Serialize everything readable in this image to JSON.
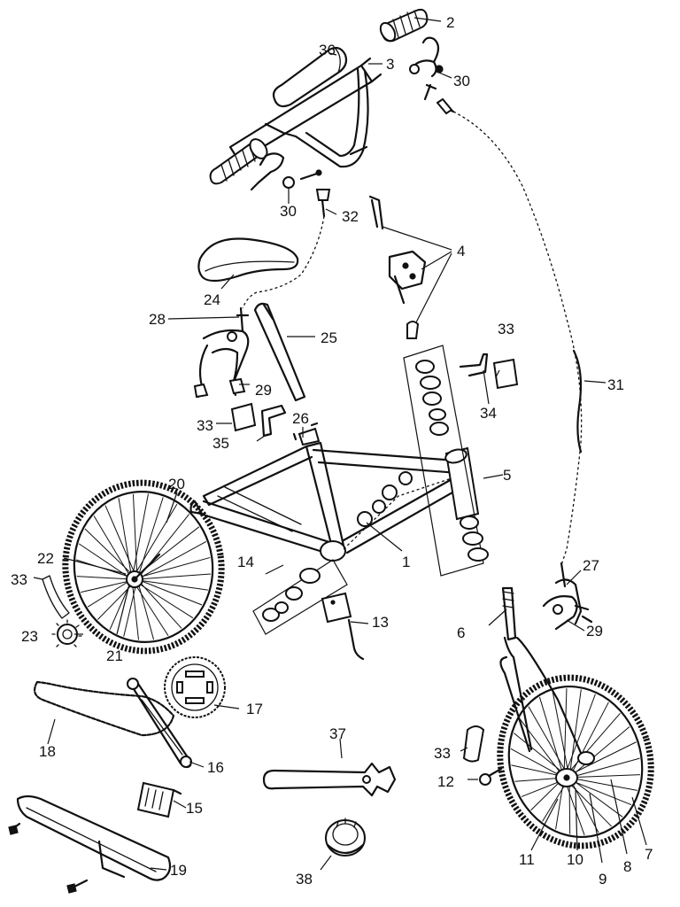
{
  "diagram": {
    "part_numbers": [
      "1",
      "2",
      "3",
      "4",
      "5",
      "6",
      "7",
      "8",
      "9",
      "10",
      "11",
      "12",
      "13",
      "14",
      "15",
      "16",
      "17",
      "18",
      "19",
      "20",
      "21",
      "22",
      "23",
      "24",
      "25",
      "26",
      "27",
      "28",
      "29",
      "30",
      "31",
      "32",
      "33",
      "34",
      "35",
      "36",
      "37",
      "38"
    ]
  }
}
